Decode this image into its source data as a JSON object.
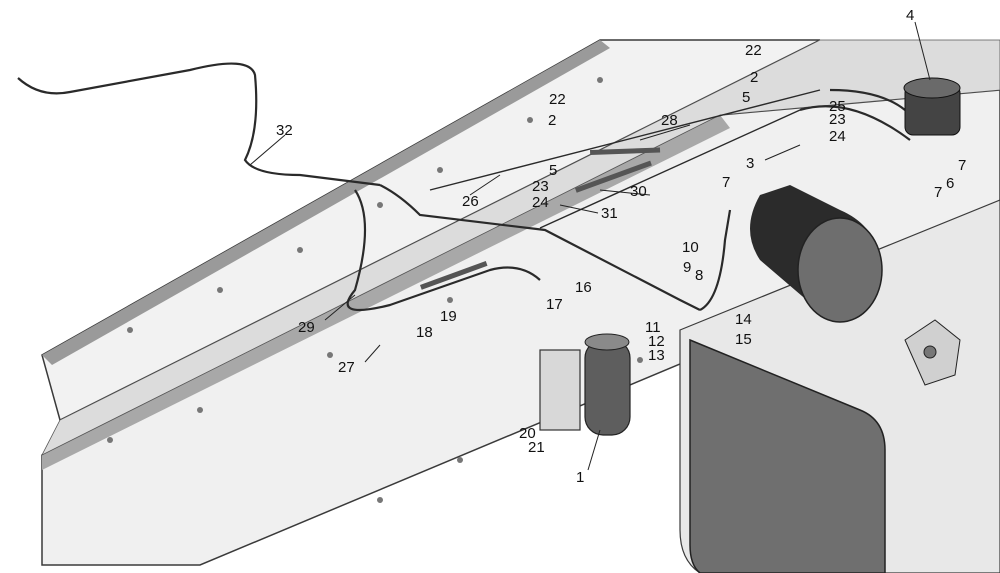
{
  "diagram": {
    "colors": {
      "background": "#ffffff",
      "frame_fill": "#f2f2f2",
      "frame_shadow": "#b8b8b8",
      "frame_edge": "#3a3a3a",
      "tank_dark": "#2b2b2b",
      "tank_side": "#5a5a5a",
      "tank_face": "#6e6e6e",
      "pipe": "#2a2a2a",
      "hole": "#777777",
      "label": "#111111"
    },
    "callouts": [
      {
        "id": "c1",
        "text": "1"
      },
      {
        "id": "c2a",
        "text": "2"
      },
      {
        "id": "c2b",
        "text": "2"
      },
      {
        "id": "c3",
        "text": "3"
      },
      {
        "id": "c4",
        "text": "4"
      },
      {
        "id": "c5a",
        "text": "5"
      },
      {
        "id": "c5b",
        "text": "5"
      },
      {
        "id": "c6",
        "text": "6"
      },
      {
        "id": "c7a",
        "text": "7"
      },
      {
        "id": "c7b",
        "text": "7"
      },
      {
        "id": "c7c",
        "text": "7"
      },
      {
        "id": "c8",
        "text": "8"
      },
      {
        "id": "c9",
        "text": "9"
      },
      {
        "id": "c10",
        "text": "10"
      },
      {
        "id": "c11",
        "text": "11"
      },
      {
        "id": "c12",
        "text": "12"
      },
      {
        "id": "c13",
        "text": "13"
      },
      {
        "id": "c14",
        "text": "14"
      },
      {
        "id": "c15",
        "text": "15"
      },
      {
        "id": "c16",
        "text": "16"
      },
      {
        "id": "c17",
        "text": "17"
      },
      {
        "id": "c18",
        "text": "18"
      },
      {
        "id": "c19",
        "text": "19"
      },
      {
        "id": "c20",
        "text": "20"
      },
      {
        "id": "c21",
        "text": "21"
      },
      {
        "id": "c22a",
        "text": "22"
      },
      {
        "id": "c22b",
        "text": "22"
      },
      {
        "id": "c23a",
        "text": "23"
      },
      {
        "id": "c23b",
        "text": "23"
      },
      {
        "id": "c24a",
        "text": "24"
      },
      {
        "id": "c24b",
        "text": "24"
      },
      {
        "id": "c25",
        "text": "25"
      },
      {
        "id": "c26",
        "text": "26"
      },
      {
        "id": "c27",
        "text": "27"
      },
      {
        "id": "c28",
        "text": "28"
      },
      {
        "id": "c29",
        "text": "29"
      },
      {
        "id": "c30",
        "text": "30"
      },
      {
        "id": "c31",
        "text": "31"
      },
      {
        "id": "c32",
        "text": "32"
      }
    ]
  }
}
